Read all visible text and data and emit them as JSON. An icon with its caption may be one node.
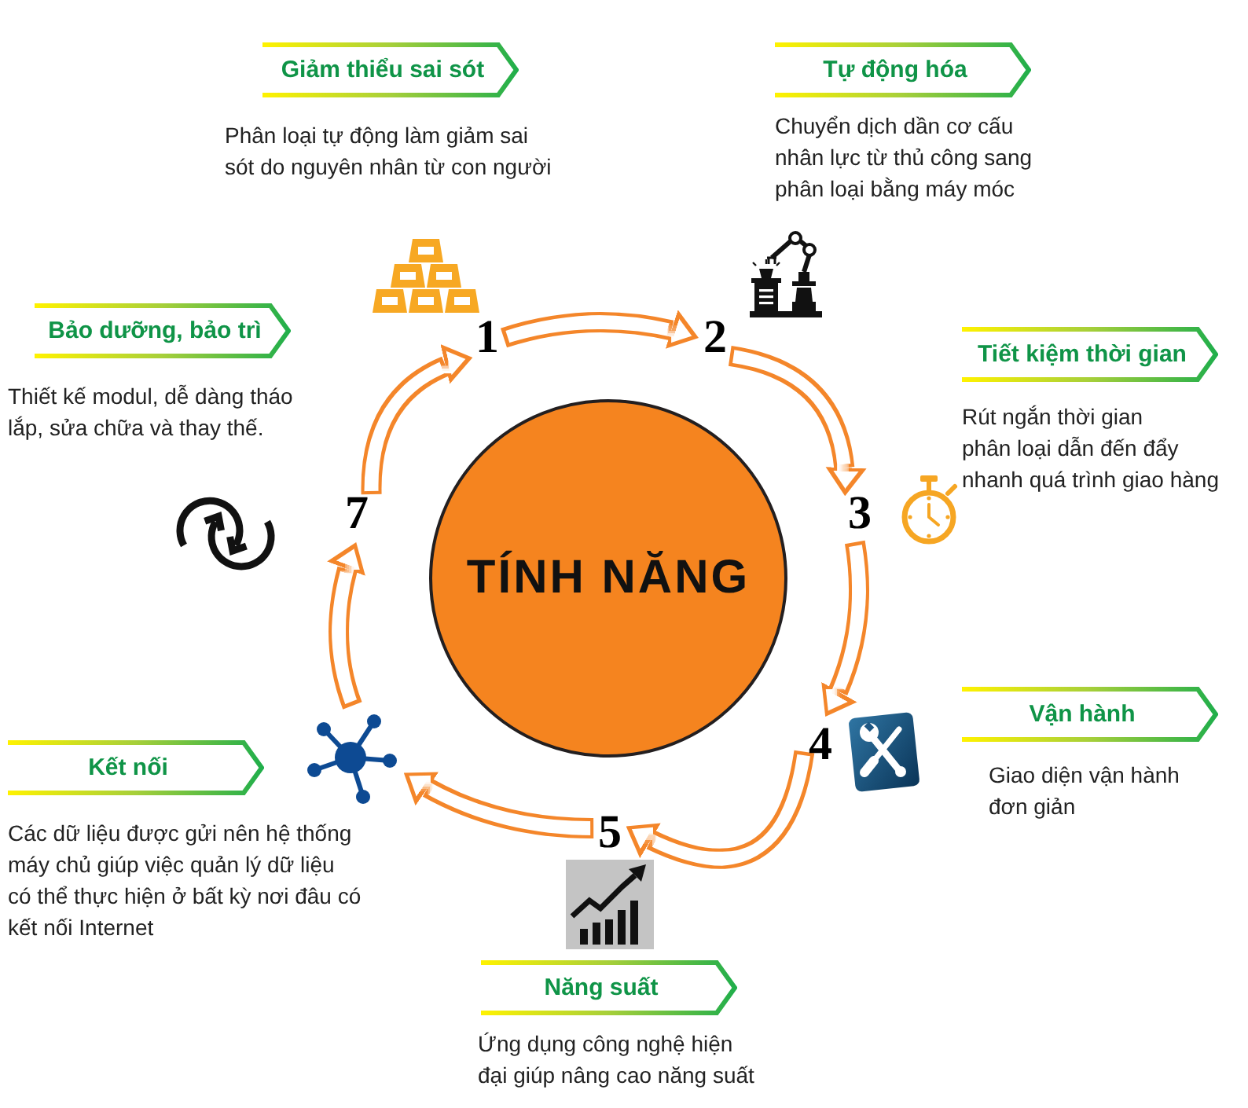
{
  "diagram": {
    "nodes": [
      {
        "text": [
          "TÍNH NĂNG"
        ]
      },
      {
        "text": [
          "Giảm thiểu sai sót"
        ],
        "beside": [
          "Phân loại tự động làm giảm sai sót do nguyên nhân từ con người"
        ]
      },
      {
        "text": [
          "Tự động hóa"
        ],
        "beside": [
          "Chuyển dịch dần cơ cấu nhân lực từ thủ công sang phân loại bằng máy móc"
        ]
      },
      {
        "text": [
          "Tiết kiệm thời gian"
        ],
        "beside": [
          "Rút ngắn thời gian phân loại dẫn đến đẩy nhanh quá trình giao hàng"
        ]
      },
      {
        "text": [
          "Vận hành"
        ],
        "beside": [
          "Giao diện vận hành đơn giản"
        ]
      },
      {
        "text": [
          "Năng suất"
        ],
        "beside": [
          "Ứng dụng công nghệ hiện đại giúp nâng cao năng suất"
        ]
      },
      {
        "text": [
          "Kết nối"
        ],
        "beside": [
          "Các dữ liệu được gửi nên hệ thống máy chủ giúp việc quản lý dữ liệu có thể thực hiện ở bất kỳ nơi đâu có kết nối Internet"
        ]
      },
      {
        "text": [
          "Bảo dưỡng, bảo trì"
        ],
        "beside": [
          "Thiết kế modul, dễ dàng tháo lắp, sửa chữa và thay thế."
        ]
      },
      {
        "text": [
          "1"
        ]
      },
      {
        "text": [
          "2"
        ]
      },
      {
        "text": [
          "3"
        ]
      },
      {
        "text": [
          "4"
        ]
      },
      {
        "text": [
          "5"
        ]
      },
      {
        "text": [],
        "shape": "picture"
      },
      {
        "text": [
          "7"
        ]
      }
    ],
    "edges": [
      {
        "from": 8,
        "to": 9,
        "arrow": "to"
      },
      {
        "from": 9,
        "to": 10,
        "arrow": "to"
      },
      {
        "from": 10,
        "to": 11,
        "arrow": "to"
      },
      {
        "from": 11,
        "to": 12,
        "arrow": "to"
      },
      {
        "from": 12,
        "to": 13,
        "arrow": "to"
      },
      {
        "from": 13,
        "to": 14,
        "arrow": "to"
      },
      {
        "from": 14,
        "to": 8,
        "arrow": "to"
      }
    ]
  }
}
